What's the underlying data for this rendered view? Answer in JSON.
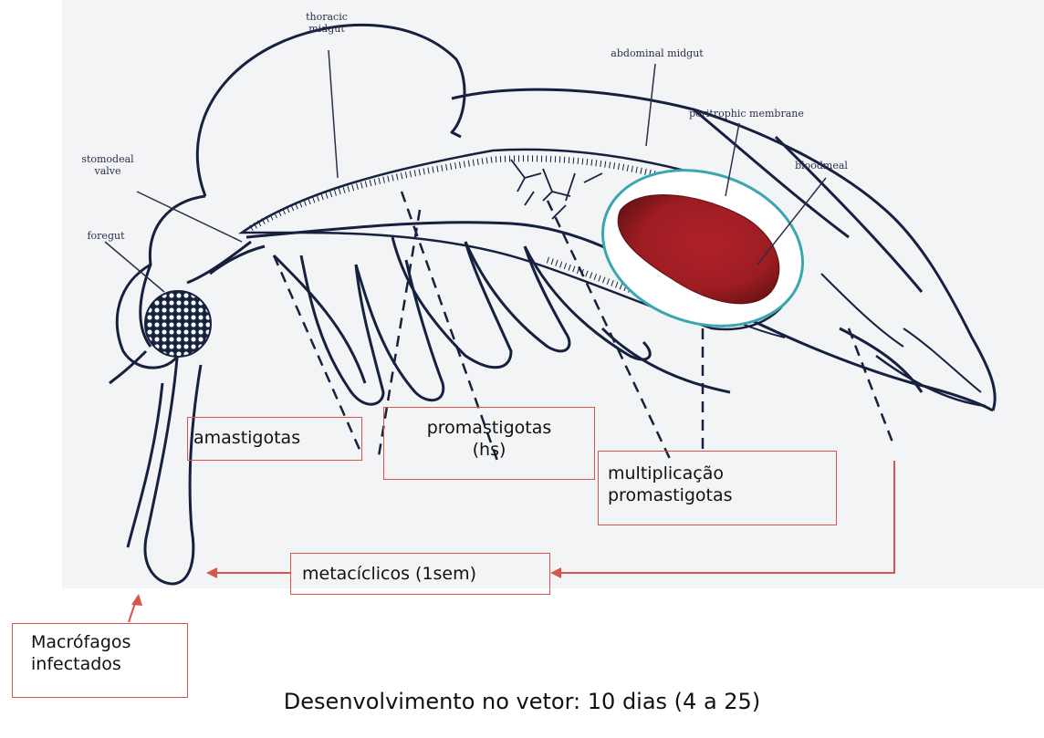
{
  "diagram": {
    "anatomy_labels": {
      "thoracic_midgut_1": "thoracic",
      "thoracic_midgut_2": "midgut",
      "abdominal_midgut": "abdominal midgut",
      "peritrophic_membrane": "peritrophic membrane",
      "bloodmeal": "bloodmeal",
      "stomodeal_valve_1": "stomodeal",
      "stomodeal_valve_2": "valve",
      "foregut": "foregut"
    },
    "stage_boxes": {
      "amastigotas": "amastigotas",
      "promastigotas_1": "promastigotas",
      "promastigotas_2": "(hs)",
      "multiplicacao_1": "multiplicação",
      "multiplicacao_2": "promastigotas",
      "metaciclicos": "metacíclicos (1sem)",
      "macrofagos_1": "Macrófagos",
      "macrofagos_2": "infectados"
    },
    "caption": "Desenvolvimento no vetor: 10 dias (4 a 25)"
  },
  "colors": {
    "outline": "#16213f",
    "box_border": "#d9534f",
    "bloodmeal": "#a81e22",
    "membrane": "#3aa6b0",
    "panel": "#f3f4f5"
  }
}
